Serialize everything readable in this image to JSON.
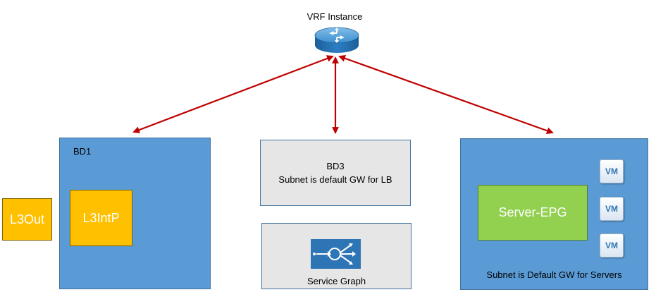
{
  "vrf": {
    "label": "VRF Instance"
  },
  "bd1": {
    "label": "BD1",
    "l3out_label": "L3Out",
    "l3intp_label": "L3IntP"
  },
  "bd3": {
    "title": "BD3",
    "subtitle": "Subnet is default GW for LB"
  },
  "service_graph": {
    "label": "Service Graph"
  },
  "epg_group": {
    "epg_label": "Server-EPG",
    "vm_labels": [
      "VM",
      "VM",
      "VM"
    ],
    "subnet_label": "Subnet is Default GW for Servers"
  },
  "colors": {
    "bd_blue": "#5b9bd5",
    "bd_gray": "#e7e6e6",
    "l3_yellow": "#ffc000",
    "epg_green": "#92d050",
    "arrow_red": "#c00000",
    "router_blue": "#2d7fc4"
  },
  "icons": {
    "router": "router-icon",
    "service_graph": "service-graph-icon",
    "vm": "vm-icon"
  }
}
